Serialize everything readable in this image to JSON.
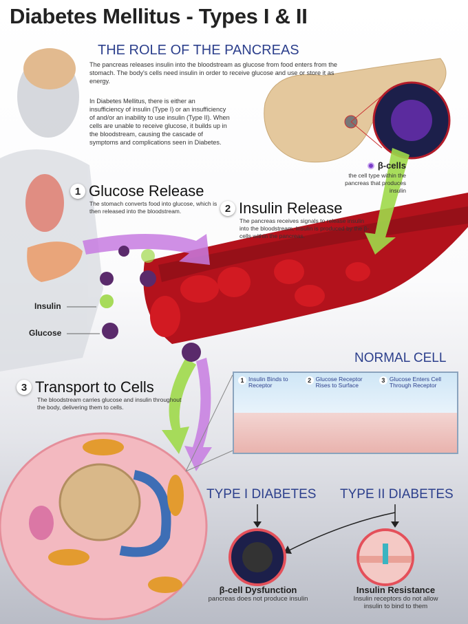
{
  "title": "Diabetes Mellitus - Types I & II",
  "pancreas": {
    "heading": "THE ROLE OF THE PANCREAS",
    "para1": "The pancreas releases insulin into the bloodstream as glucose from food enters from the stomach. The body's cells need insulin in order to receive glucose and use or store it as energy.",
    "para2": "In Diabetes Mellitus, there is either an insufficiency of insulin (Type I) or an insufficiency of and/or an inability to use insulin (Type II). When cells are unable to receive glucose, it builds up in the bloodstream, causing the cascade of symptoms and complications seen in Diabetes."
  },
  "beta_cells": {
    "label": "β-cells",
    "desc": "the cell type within the pancreas that produces insulin"
  },
  "steps": [
    {
      "num": "1",
      "title": "Glucose Release",
      "desc": "The stomach converts food into glucose, which is then released into the bloodstream."
    },
    {
      "num": "2",
      "title": "Insulin Release",
      "desc": "The pancreas receives signals to release insulin into the bloodstream. Insulin is produced by the β-cells within the pancreas."
    },
    {
      "num": "3",
      "title": "Transport to Cells",
      "desc": "The bloodstream carries glucose and insulin throughout the body, delivering them to cells."
    }
  ],
  "legend": {
    "insulin": "Insulin",
    "glucose": "Glucose"
  },
  "normal_cell": {
    "heading": "NORMAL CELL",
    "steps": [
      {
        "num": "1",
        "text": "Insulin Binds to Receptor"
      },
      {
        "num": "2",
        "text": "Glucose Receptor Rises to Surface"
      },
      {
        "num": "3",
        "text": "Glucose Enters Cell Through Receptor"
      }
    ]
  },
  "type1": {
    "heading": "TYPE I DIABETES",
    "caption": "β-cell Dysfunction",
    "desc": "pancreas does not produce insulin"
  },
  "type2": {
    "heading": "TYPE II DIABETES",
    "caption": "Insulin Resistance",
    "desc": "Insulin receptors do not allow insulin to bind to them"
  },
  "colors": {
    "heading_blue": "#2c3f8c",
    "blood_red": "#b3121c",
    "vessel_dark": "#7a0d14",
    "insulin_arrow": "#9fd94a",
    "glucose_arrow": "#c77be0",
    "cell_pink": "#f3b9c0"
  }
}
